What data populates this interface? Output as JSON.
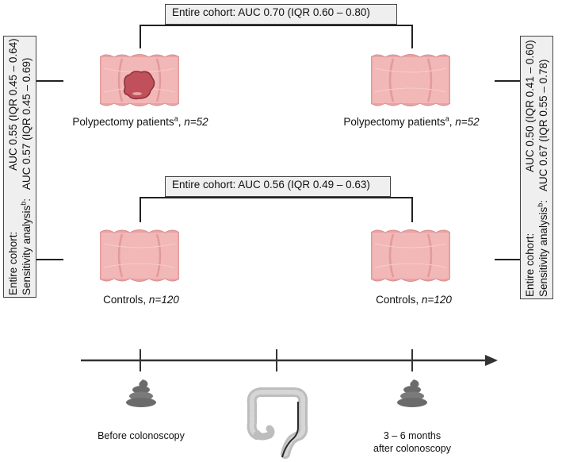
{
  "top_box": {
    "text": "Entire cohort: AUC 0.70 (IQR 0.60 – 0.80)"
  },
  "middle_box": {
    "text": "Entire cohort: AUC 0.56 (IQR 0.49 – 0.63)"
  },
  "left_panel": {
    "row1_label": "Entire cohort:",
    "row1_value": "AUC 0.55 (IQR 0.45 – 0.64)",
    "row2_label": "Sensitivity analysis",
    "row2_sup": "b",
    "row2_value": "AUC 0.57 (IQR 0.45 – 0.69)"
  },
  "right_panel": {
    "row1_label": "Entire cohort:",
    "row1_value": "AUC 0.50 (IQR 0.41 – 0.60)",
    "row2_label": "Sensitivity analysis",
    "row2_sup": "b",
    "row2_value": "AUC 0.67 (IQR 0.55 – 0.78)"
  },
  "groups": {
    "polypectomy_left": {
      "name": "Polypectomy patients",
      "sup": "a",
      "n": "n=52"
    },
    "polypectomy_right": {
      "name": "Polypectomy patients",
      "sup": "a",
      "n": "n=52"
    },
    "controls_left": {
      "name": "Controls, ",
      "n": "n=120"
    },
    "controls_right": {
      "name": "Controls, ",
      "n": "n=120"
    }
  },
  "timeline": {
    "before": "Before colonoscopy",
    "after_line1": "3 – 6 months",
    "after_line2": "after colonoscopy"
  },
  "icons": {
    "colon_segment": "colon-segment-icon",
    "polyp": "polyp-icon",
    "stool": "stool-icon",
    "colon": "colon-icon"
  },
  "colors": {
    "tissue": "#f2b3b3",
    "tissue_dark": "#d98a8a",
    "polyp": "#c0505a",
    "stool": "#6b6b6b",
    "panel_bg": "#efefef"
  }
}
